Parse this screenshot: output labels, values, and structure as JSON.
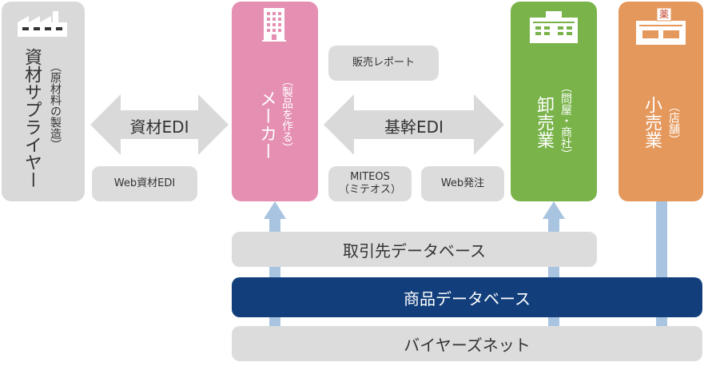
{
  "columns": {
    "supplier": {
      "title": "資材サプライヤー",
      "sub": "（原材料の製造）",
      "color": "#d9d9d9"
    },
    "maker": {
      "title": "メーカー",
      "sub": "（製品を作る）",
      "color": "#e58fb3"
    },
    "wholesale": {
      "title": "卸売業",
      "sub": "（問屋・商社）",
      "color": "#79b34a"
    },
    "retail": {
      "title": "小売業",
      "sub": "（店舗）",
      "color": "#e5985c"
    }
  },
  "arrows": {
    "left": "資材EDI",
    "right": "基幹EDI"
  },
  "pills": {
    "web_shizai": "Web資材EDI",
    "hanbai": "販売レポート",
    "miteos_1": "MITEOS",
    "miteos_2": "（ミテオス）",
    "web_order": "Web発注"
  },
  "bars": {
    "torihiki": "取引先データベース",
    "shohin": "商品データベース",
    "buyers": "バイヤーズネット"
  },
  "icons": {
    "factory": "factory-icon",
    "building": "office-building-icon",
    "warehouse": "warehouse-icon",
    "store": "pharmacy-store-icon",
    "store_sign": "薬"
  },
  "colors": {
    "database_navy": "#123f7c",
    "connector_blue": "#a9c4e0",
    "gray": "#dcdcdc"
  }
}
